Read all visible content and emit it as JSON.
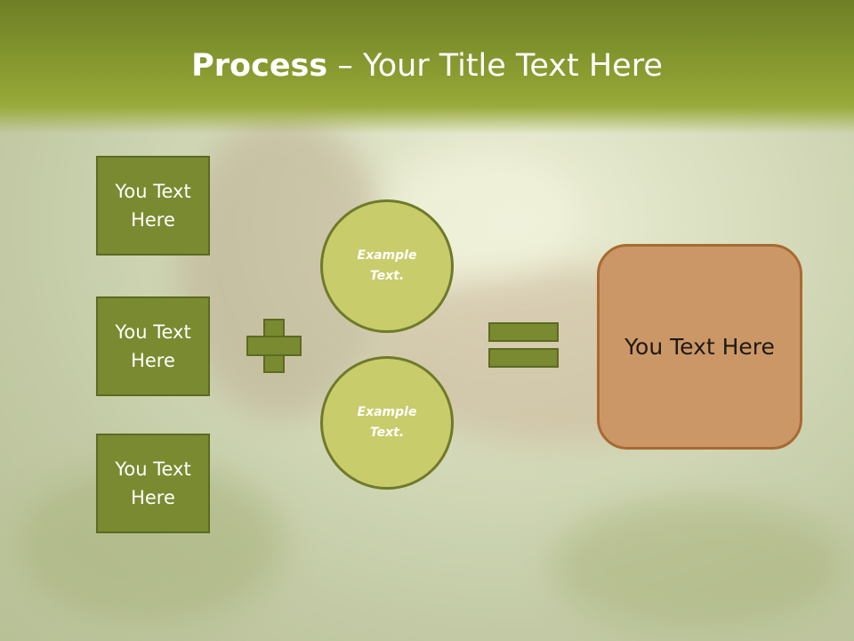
{
  "title": {
    "bold": "Process",
    "rest": " – Your Title Text Here"
  },
  "boxes": [
    {
      "label": "You Text Here"
    },
    {
      "label": "You Text Here"
    },
    {
      "label": "You Text Here"
    }
  ],
  "circles": [
    {
      "label": "Example Text."
    },
    {
      "label": "Example Text."
    }
  ],
  "result": {
    "label": "You Text Here"
  },
  "colors": {
    "header": "#8a9c30",
    "box_fill": "#7a8a30",
    "circle_fill": "#c8cc6a",
    "result_fill": "#cc9766",
    "result_border": "#a86a33"
  }
}
